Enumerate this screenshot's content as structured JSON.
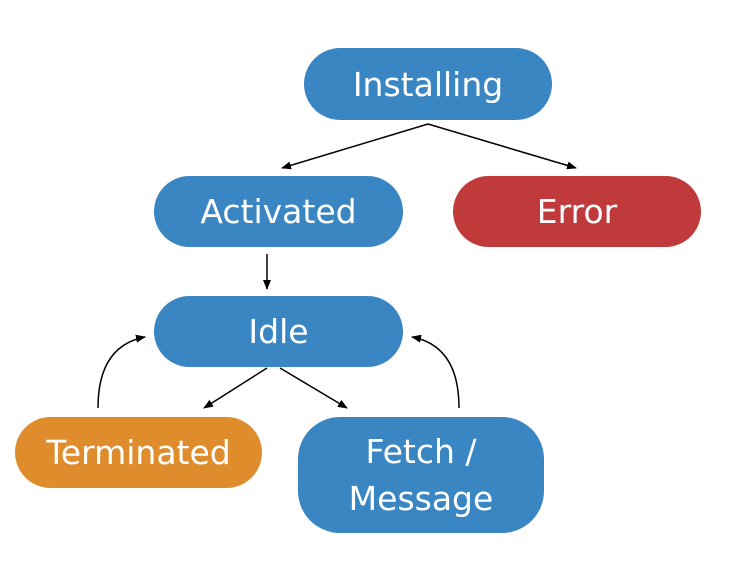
{
  "diagram": {
    "nodes": {
      "installing": {
        "label": "Installing",
        "color": "#3a86c3"
      },
      "activated": {
        "label": "Activated",
        "color": "#3a86c3"
      },
      "error": {
        "label": "Error",
        "color": "#c0393b"
      },
      "idle": {
        "label": "Idle",
        "color": "#3a86c3"
      },
      "terminated": {
        "label": "Terminated",
        "color": "#de8c2c"
      },
      "fetch": {
        "label_line1": "Fetch /",
        "label_line2": "Message",
        "color": "#3a86c3"
      }
    },
    "edges": [
      {
        "from": "installing",
        "to": "activated"
      },
      {
        "from": "installing",
        "to": "error"
      },
      {
        "from": "activated",
        "to": "idle"
      },
      {
        "from": "idle",
        "to": "terminated"
      },
      {
        "from": "idle",
        "to": "fetch"
      },
      {
        "from": "terminated",
        "to": "idle"
      },
      {
        "from": "fetch",
        "to": "idle"
      }
    ]
  }
}
